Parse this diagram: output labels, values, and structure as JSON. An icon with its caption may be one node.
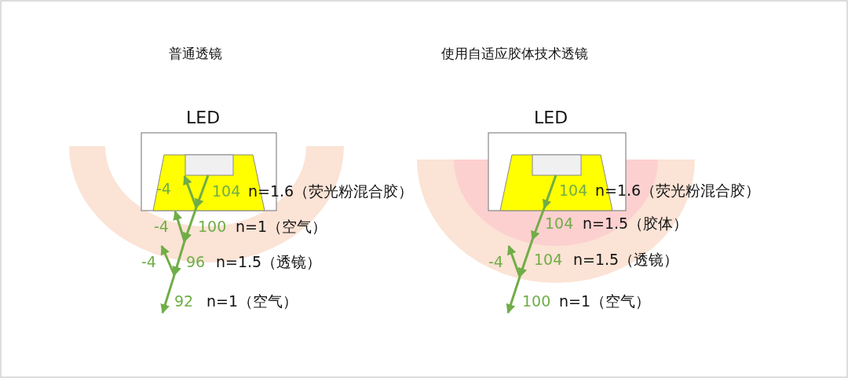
{
  "diagram": {
    "labels": [
      "普通透镜",
      "LED",
      "-4",
      "104",
      "n=1.6（荧光粉混合胶）",
      "-4",
      "100",
      "n=1（空气）",
      "-4",
      "96",
      "n=1.5（透镜）",
      "92",
      "n=1（空气）",
      "使用自适应胶体技术透镜",
      "LED",
      "104",
      "n=1.6（荧光粉混合胶）",
      "104",
      "n=1.5（胶体）",
      "-4",
      "104",
      "n=1.5（透镜）",
      "100",
      "n=1（空气）"
    ]
  }
}
